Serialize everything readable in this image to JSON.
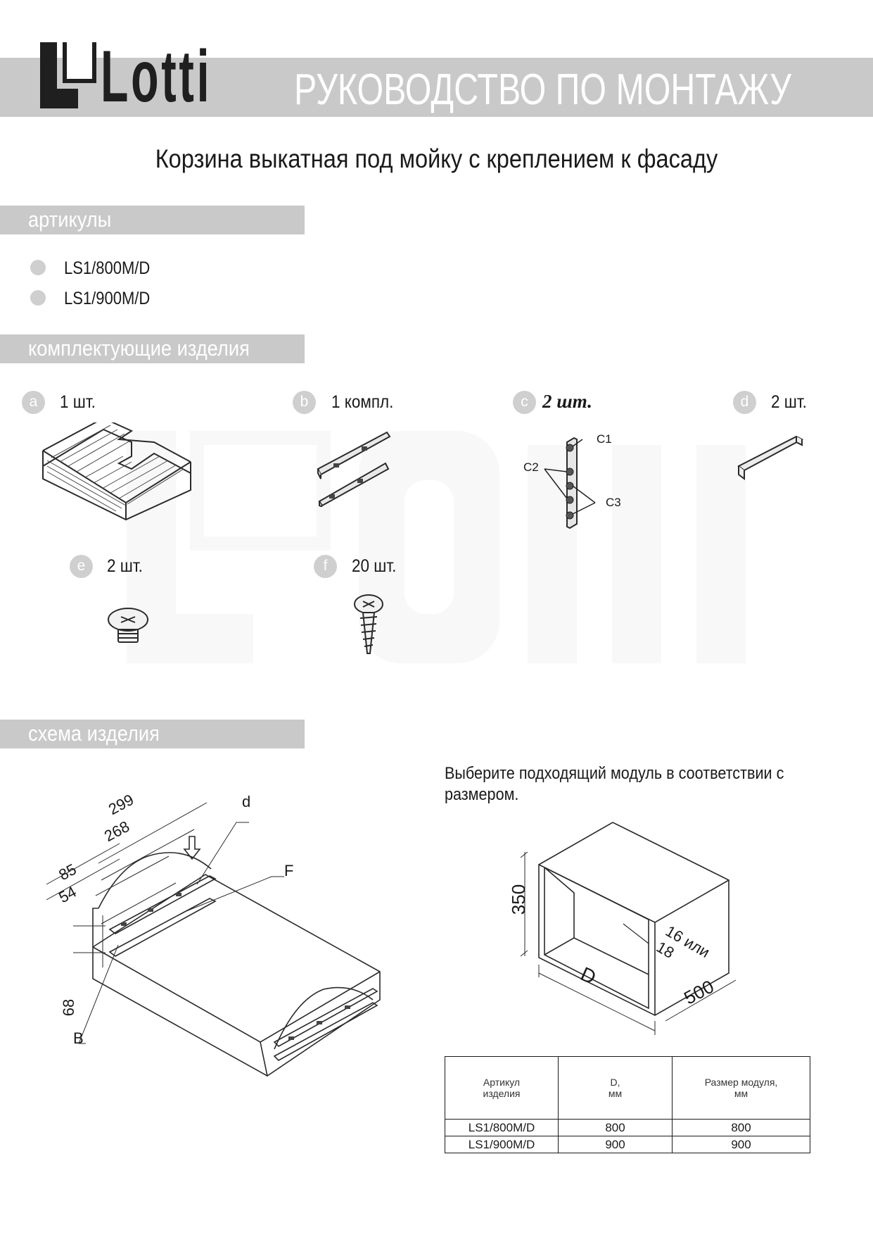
{
  "header": {
    "logo": "Lotti",
    "title": "РУКОВОДСТВО ПО МОНТАЖУ"
  },
  "product_title": "Корзина выкатная под мойку с креплением к фасаду",
  "sections": {
    "articles": "артикулы",
    "components": "комплектующие изделия",
    "scheme": "схема изделия"
  },
  "articles": [
    "LS1/800M/D",
    "LS1/900M/D"
  ],
  "components": [
    {
      "letter": "a",
      "qty": "1 шт."
    },
    {
      "letter": "b",
      "qty": "1 компл."
    },
    {
      "letter": "c",
      "qty": "2 шт."
    },
    {
      "letter": "d",
      "qty": "2 шт."
    },
    {
      "letter": "e",
      "qty": "2 шт."
    },
    {
      "letter": "f",
      "qty": "20 шт."
    }
  ],
  "bracket_labels": {
    "c1": "C1",
    "c2": "C2",
    "c3": "C3"
  },
  "scheme_labels": {
    "d299": "299",
    "d268": "268",
    "d85": "85",
    "d54": "54",
    "d68": "68",
    "label_d": "d",
    "label_f": "F",
    "label_b": "B"
  },
  "module_note": "Выберите подходящий модуль в соответствии с размером.",
  "module_labels": {
    "h": "350",
    "w": "500",
    "depth": "D",
    "thick": "16 или 18"
  },
  "table": {
    "headers": [
      "Артикул\nизделия",
      "D,\nмм",
      "Размер модуля,\nмм"
    ],
    "rows": [
      [
        "LS1/800M/D",
        "800",
        "800"
      ],
      [
        "LS1/900M/D",
        "900",
        "900"
      ]
    ]
  },
  "colors": {
    "band": "#c9c9c9",
    "text": "#1a1a1a",
    "badge": "#cfcfcf"
  }
}
